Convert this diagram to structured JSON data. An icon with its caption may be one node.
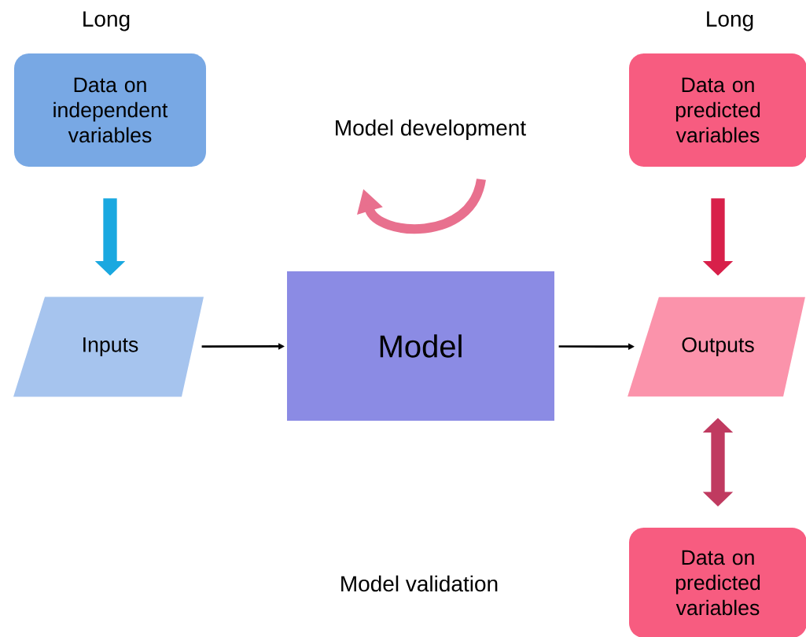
{
  "diagram": {
    "nodes": [
      {
        "text": [
          "Data on independent variables"
        ]
      },
      {
        "text": [
          "Data on predicted variables"
        ]
      },
      {
        "text": [
          "Inputs"
        ]
      },
      {
        "text": [
          "Model"
        ]
      },
      {
        "text": [
          "Outputs"
        ]
      },
      {
        "text": [
          "Data on predicted variables"
        ]
      }
    ],
    "edges": [
      {
        "from": 0,
        "to": 2,
        "arrow": "to",
        "color": "#1aa8e0"
      },
      {
        "from": 1,
        "to": 4,
        "arrow": "to",
        "color": "#d8204a"
      },
      {
        "from": 2,
        "to": 3,
        "arrow": "to"
      },
      {
        "from": 3,
        "to": 4,
        "arrow": "to"
      },
      {
        "from": 4,
        "to": 5,
        "arrow": "both",
        "color": "#c03a60"
      }
    ],
    "labels": [
      "Long",
      "Long",
      "Model development",
      "Model validation"
    ]
  }
}
